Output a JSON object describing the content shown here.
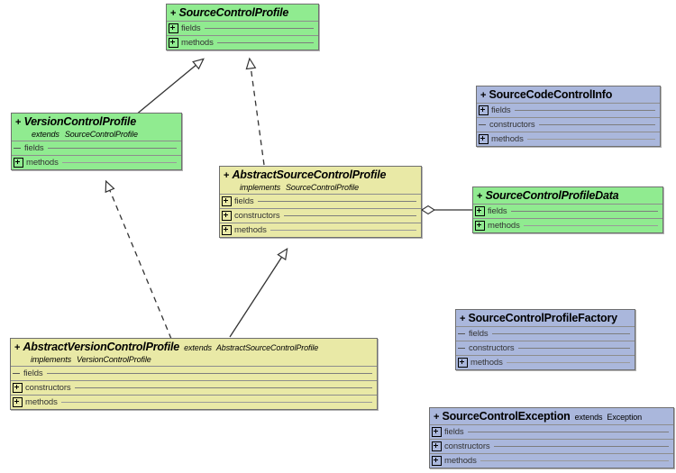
{
  "diagram": {
    "title": "Source Control UML class diagram",
    "type": "uml-class-diagram",
    "background": "#ffffff",
    "legend": {
      "interface_color": "#90eb90",
      "abstract_color": "#e9e9a6",
      "class_color": "#aab7dc"
    }
  },
  "classes": [
    {
      "id": "source-control-profile",
      "visibility": "+",
      "name": "SourceControlProfile",
      "stereotype": "interface",
      "color": "green",
      "italic": true,
      "extends_inline": "",
      "sub_keyword": "",
      "sub_value": "",
      "sections": [
        {
          "label": "fields",
          "expandable": true
        },
        {
          "label": "methods",
          "expandable": true
        }
      ]
    },
    {
      "id": "version-control-profile",
      "visibility": "+",
      "name": "VersionControlProfile",
      "stereotype": "interface",
      "color": "green",
      "italic": true,
      "extends_inline": "",
      "sub_keyword": "extends",
      "sub_value": "SourceControlProfile",
      "sections": [
        {
          "label": "fields",
          "expandable": false
        },
        {
          "label": "methods",
          "expandable": true
        }
      ]
    },
    {
      "id": "abstract-source-control-profile",
      "visibility": "+",
      "name": "AbstractSourceControlProfile",
      "stereotype": "abstract class",
      "color": "yellow",
      "italic": true,
      "extends_inline": "",
      "sub_keyword": "implements",
      "sub_value": "SourceControlProfile",
      "sections": [
        {
          "label": "fields",
          "expandable": true
        },
        {
          "label": "constructors",
          "expandable": true
        },
        {
          "label": "methods",
          "expandable": true
        }
      ]
    },
    {
      "id": "abstract-version-control-profile",
      "visibility": "+",
      "name": "AbstractVersionControlProfile",
      "stereotype": "abstract class",
      "color": "yellow",
      "italic": true,
      "extends_inline_keyword": "extends",
      "extends_inline": "AbstractSourceControlProfile",
      "sub_keyword": "implements",
      "sub_value": "VersionControlProfile",
      "sections": [
        {
          "label": "fields",
          "expandable": false
        },
        {
          "label": "constructors",
          "expandable": true
        },
        {
          "label": "methods",
          "expandable": true
        }
      ]
    },
    {
      "id": "source-code-control-info",
      "visibility": "+",
      "name": "SourceCodeControlInfo",
      "stereotype": "class",
      "color": "blue",
      "italic": false,
      "extends_inline": "",
      "sub_keyword": "",
      "sub_value": "",
      "sections": [
        {
          "label": "fields",
          "expandable": true
        },
        {
          "label": "constructors",
          "expandable": false
        },
        {
          "label": "methods",
          "expandable": true
        }
      ]
    },
    {
      "id": "source-control-profile-data",
      "visibility": "+",
      "name": "SourceControlProfileData",
      "stereotype": "interface",
      "color": "green",
      "italic": true,
      "extends_inline": "",
      "sub_keyword": "",
      "sub_value": "",
      "sections": [
        {
          "label": "fields",
          "expandable": true
        },
        {
          "label": "methods",
          "expandable": true
        }
      ]
    },
    {
      "id": "source-control-profile-factory",
      "visibility": "+",
      "name": "SourceControlProfileFactory",
      "stereotype": "class",
      "color": "blue",
      "italic": false,
      "extends_inline": "",
      "sub_keyword": "",
      "sub_value": "",
      "sections": [
        {
          "label": "fields",
          "expandable": false
        },
        {
          "label": "constructors",
          "expandable": false
        },
        {
          "label": "methods",
          "expandable": true
        }
      ]
    },
    {
      "id": "source-control-exception",
      "visibility": "+",
      "name": "SourceControlException",
      "stereotype": "class",
      "color": "blue",
      "italic": false,
      "extends_inline_keyword": "extends",
      "extends_inline": "Exception",
      "sub_keyword": "",
      "sub_value": "",
      "sections": [
        {
          "label": "fields",
          "expandable": true
        },
        {
          "label": "constructors",
          "expandable": true
        },
        {
          "label": "methods",
          "expandable": true
        }
      ]
    }
  ],
  "relationships": [
    {
      "id": "rel-vcp-scp",
      "from": "version-control-profile",
      "to": "source-control-profile",
      "kind": "generalization",
      "line": "solid",
      "head": "hollow-triangle"
    },
    {
      "id": "rel-ascp-scp",
      "from": "abstract-source-control-profile",
      "to": "source-control-profile",
      "kind": "realization",
      "line": "dashed",
      "head": "hollow-triangle"
    },
    {
      "id": "rel-avcp-vcp",
      "from": "abstract-version-control-profile",
      "to": "version-control-profile",
      "kind": "realization",
      "line": "dashed",
      "head": "hollow-triangle"
    },
    {
      "id": "rel-avcp-ascp",
      "from": "abstract-version-control-profile",
      "to": "abstract-source-control-profile",
      "kind": "generalization",
      "line": "solid",
      "head": "hollow-triangle"
    },
    {
      "id": "rel-ascp-scpd",
      "from": "abstract-source-control-profile",
      "to": "source-control-profile-data",
      "kind": "aggregation",
      "line": "solid",
      "head": "hollow-diamond"
    }
  ]
}
